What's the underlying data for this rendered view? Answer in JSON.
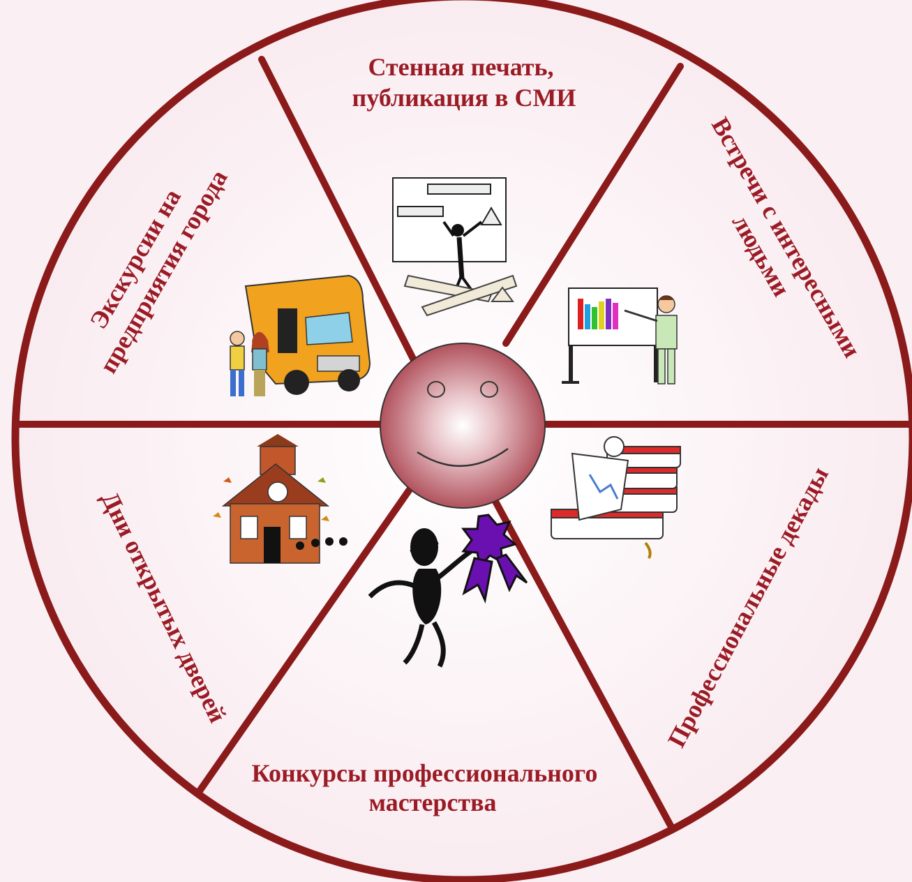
{
  "colors": {
    "rim": "#8b1a1a",
    "label": "#9b1b25",
    "background": "#faeff3",
    "center_ball": "#b04a55"
  },
  "center": {
    "icon": "smiley-face-icon"
  },
  "segments": [
    {
      "id": "wall-press",
      "lines": [
        "Стенная печать,",
        "публикация в СМИ"
      ],
      "icon": "presenter-board-icon"
    },
    {
      "id": "meetings",
      "lines": [
        "Встречи с интересными",
        "людьми"
      ],
      "icon": "teacher-chart-icon"
    },
    {
      "id": "decades",
      "lines": [
        "Профессиональные декады"
      ],
      "icon": "professor-books-icon"
    },
    {
      "id": "contests",
      "lines": [
        "Конкурсы профессионального",
        "мастерства"
      ],
      "icon": "award-ribbon-icon"
    },
    {
      "id": "open-days",
      "lines": [
        "Дни открытых дверей"
      ],
      "icon": "school-house-icon"
    },
    {
      "id": "excursions",
      "lines": [
        "Экскурсии на",
        "предприятия города"
      ],
      "icon": "school-bus-icon"
    }
  ]
}
